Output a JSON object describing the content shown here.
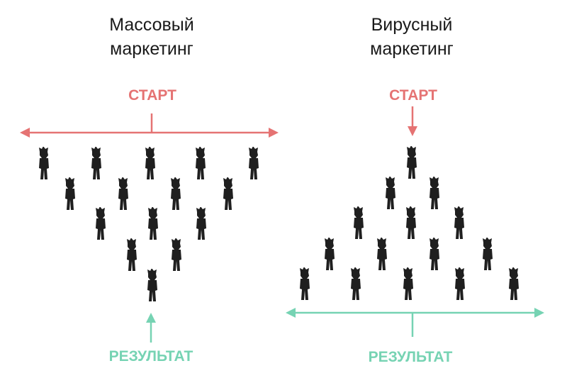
{
  "left_panel": {
    "title_line1": "Массовый",
    "title_line2": "маркетинг",
    "start_label": "СТАРТ",
    "result_label": "РЕЗУЛЬТАТ"
  },
  "right_panel": {
    "title_line1": "Вирусный",
    "title_line2": "маркетинг",
    "start_label": "СТАРТ",
    "result_label": "РЕЗУЛЬТАТ"
  },
  "colors": {
    "start": "#e57373",
    "result": "#76d3b3",
    "person": "#1f1f1f",
    "text": "#1a1a1a"
  },
  "icons": [
    "person-icon",
    "arrow-icon"
  ]
}
